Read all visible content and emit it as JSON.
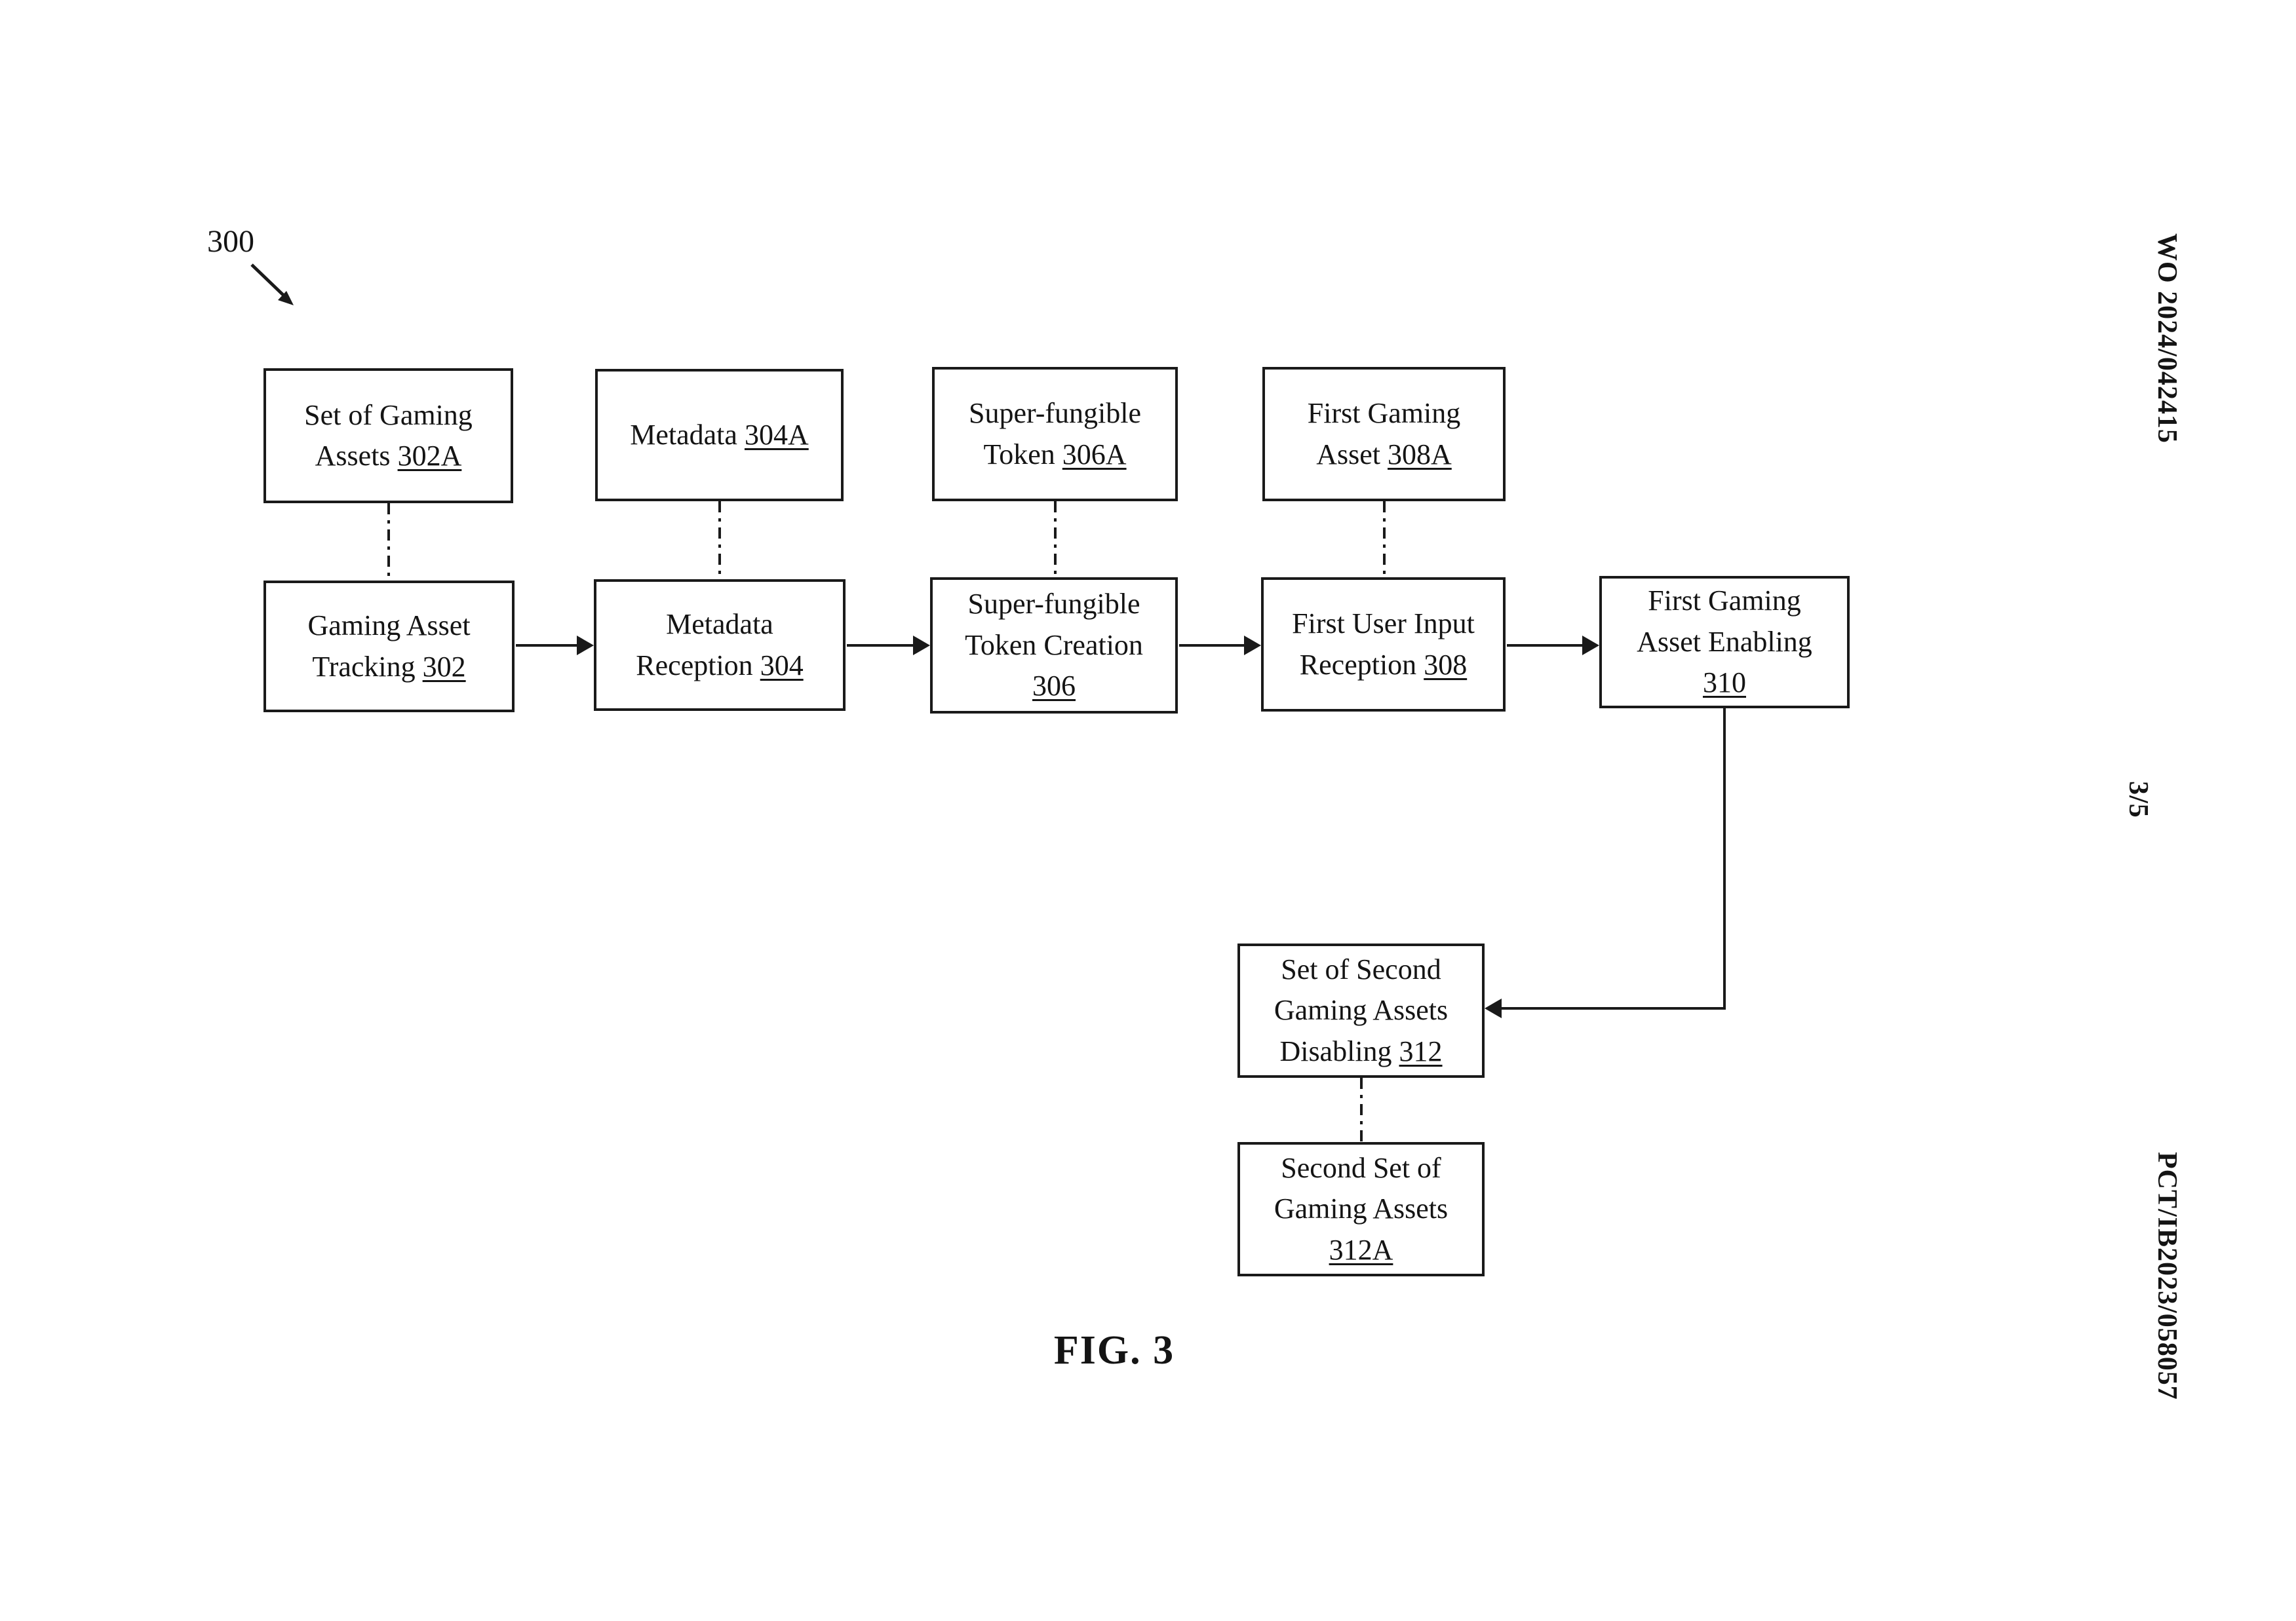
{
  "page": {
    "publication_number": "WO 2024/042415",
    "sheet_number": "3/5",
    "application_number": "PCT/IB2023/058057",
    "figure_caption": "FIG. 3",
    "diagram_reference": "300"
  },
  "colors": {
    "ink": "#1a1a1a",
    "background": "#ffffff"
  },
  "boxes": {
    "b302A": {
      "label": "Set of Gaming Assets",
      "ref": "302A"
    },
    "b304A": {
      "label": "Metadata",
      "ref": "304A"
    },
    "b306A": {
      "label": "Super-fungible Token",
      "ref": "306A"
    },
    "b308A": {
      "label": "First Gaming Asset",
      "ref": "308A"
    },
    "b302": {
      "label": "Gaming Asset Tracking",
      "ref": "302"
    },
    "b304": {
      "label": "Metadata Reception",
      "ref": "304"
    },
    "b306": {
      "label": "Super-fungible Token Creation",
      "ref": "306"
    },
    "b308": {
      "label": "First User Input Reception",
      "ref": "308"
    },
    "b310": {
      "label": "First Gaming Asset Enabling",
      "ref": "310"
    },
    "b312": {
      "label": "Set of Second Gaming Assets Disabling",
      "ref": "312"
    },
    "b312A": {
      "label": "Second Set of Gaming Assets",
      "ref": "312A"
    }
  },
  "connections": {
    "solid_arrows": [
      "302 to 304",
      "304 to 306",
      "306 to 308",
      "308 to 310",
      "310 to 312"
    ],
    "dash_dot_links": [
      "302A to 302",
      "304A to 304",
      "306A to 306",
      "308A to 308",
      "312 to 312A"
    ]
  }
}
